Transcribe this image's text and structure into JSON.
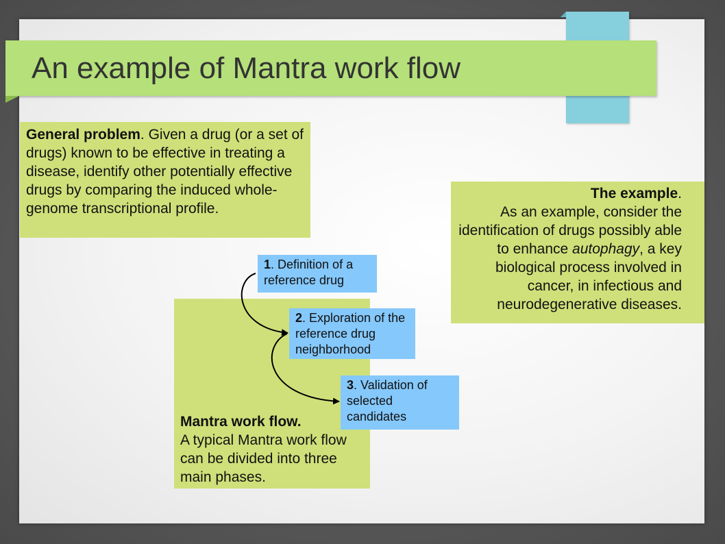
{
  "slide": {
    "title": "An example of Mantra work flow"
  },
  "general_problem": {
    "heading": "General problem",
    "heading_suffix": ".",
    "body": " Given a drug (or a set of drugs) known to be effective in treating a disease, identify other potentially effective drugs by comparing the induced whole-genome transcriptional profile."
  },
  "the_example": {
    "heading": "The example",
    "heading_suffix": ".",
    "body_before": "As an example, consider the identification of drugs possibly able to enhance ",
    "body_italic": "autophagy",
    "body_after": ", a key biological process involved in cancer, in infectious and neurodegenerative diseases."
  },
  "workflow": {
    "heading": "Mantra work flow.",
    "body": "A typical Mantra work flow can be divided into three main phases.",
    "steps": [
      {
        "number": "1",
        "text": ". Definition of a reference drug"
      },
      {
        "number": "2",
        "text": ". Exploration of the reference drug neighborhood"
      },
      {
        "number": "3",
        "text": ". Validation of selected candidates"
      }
    ]
  },
  "colors": {
    "title_banner": "#b5e07a",
    "text_box": "#cfe07a",
    "step_box": "#85c8fb",
    "tab_accent": "#86cfdc"
  }
}
